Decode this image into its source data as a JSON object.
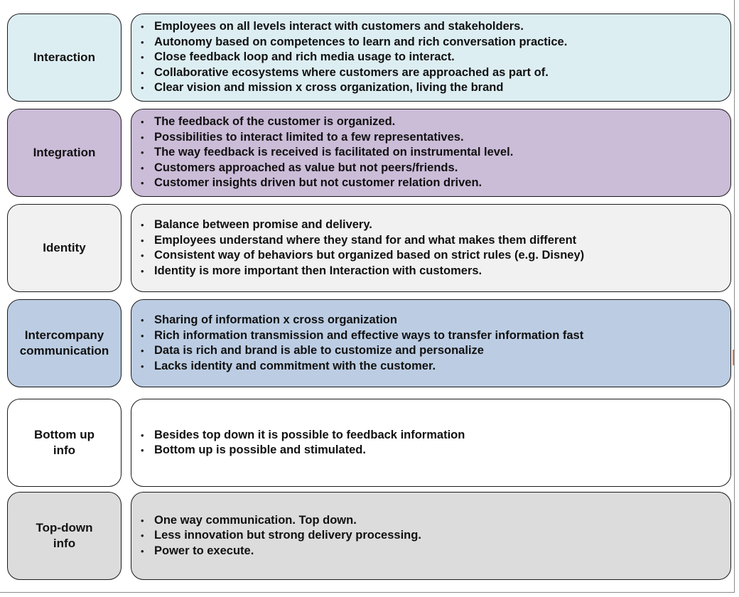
{
  "rows": [
    {
      "label": "Interaction",
      "color": "#ddeef3",
      "bullets": [
        "Employees on all levels interact with customers and stakeholders.",
        "Autonomy based on competences to learn and rich conversation practice.",
        "Close feedback loop and rich media usage to interact.",
        "Collaborative ecosystems where customers are approached as part of.",
        "Clear vision and mission x cross organization, living the brand"
      ]
    },
    {
      "label": "Integration",
      "color": "#cbbcd8",
      "bullets": [
        "The feedback of the customer is organized.",
        "Possibilities to interact limited to a few representatives.",
        "The way feedback is received is facilitated on instrumental level.",
        "Customers approached as value but not peers/friends.",
        "Customer insights driven but not customer relation driven."
      ]
    },
    {
      "label": "Identity",
      "color": "#f1f1f1",
      "bullets": [
        "Balance between promise and delivery.",
        "Employees understand where they stand for and what makes them different",
        "Consistent way of behaviors but organized based on strict rules (e.g. Disney)",
        "Identity is more important then Interaction with customers."
      ]
    },
    {
      "label": "Intercompany\ncommunication",
      "color": "#bccde3",
      "bullets": [
        "Sharing of information x cross organization",
        "Rich information transmission and effective ways to transfer information fast",
        "Data is rich and brand is able to customize and personalize",
        "Lacks identity and commitment with the customer."
      ]
    },
    {
      "label": "Bottom up\ninfo",
      "color": "#ffffff",
      "bullets": [
        "Besides top down it is possible to feedback information",
        "Bottom up is possible and stimulated."
      ]
    },
    {
      "label": "Top-down\ninfo",
      "color": "#dcdcdc",
      "bullets": [
        "One way communication. Top down.",
        "Less innovation but strong delivery processing.",
        "Power to execute."
      ]
    }
  ]
}
